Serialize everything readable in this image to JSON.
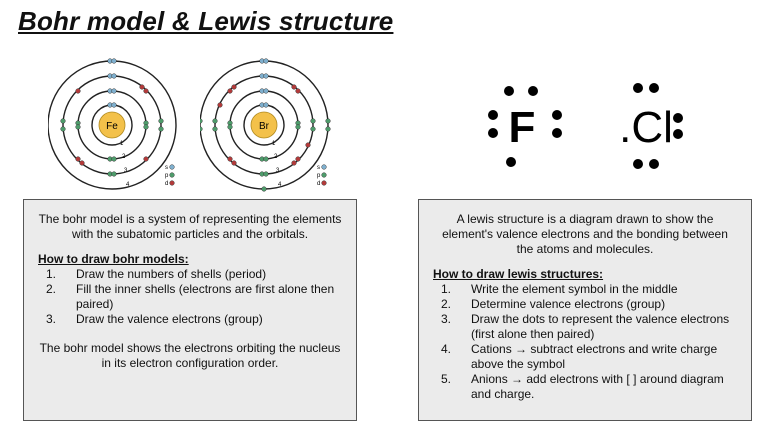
{
  "title": "Bohr model & Lewis structure",
  "bohr_atoms": [
    {
      "symbol": "Fe",
      "shell_numbers": [
        "1",
        "2",
        "3",
        "4"
      ],
      "legend": [
        "s",
        "p",
        "d"
      ]
    },
    {
      "symbol": "Br",
      "shell_numbers": [
        "1",
        "2",
        "3",
        "4"
      ],
      "legend": [
        "s",
        "p",
        "d"
      ]
    }
  ],
  "colors": {
    "s": "#7fb0cf",
    "p": "#4e9c6b",
    "d": "#b33a3a",
    "nucleus": "#f3c14a"
  },
  "lewis": [
    {
      "symbol": "F",
      "dots": 7
    },
    {
      "symbol": ".Cl",
      "dots": 7
    }
  ],
  "bohr_box": {
    "description": "The bohr model is a system of representing the elements with the subatomic particles and the orbitals.",
    "howto_title": "How to draw bohr models:",
    "steps": [
      {
        "num": "1.",
        "text": "Draw the numbers of shells (period)"
      },
      {
        "num": "2.",
        "text": "Fill the inner shells (electrons are first alone then paired)"
      },
      {
        "num": "3.",
        "text": "Draw the valence electrons (group)"
      }
    ],
    "footer": "The bohr model shows the electrons orbiting the nucleus in its electron configuration order."
  },
  "lewis_box": {
    "description": "A lewis structure is a diagram drawn to show the element's valence electrons and the bonding between the atoms and molecules.",
    "howto_title": "How to draw lewis structures:",
    "steps": [
      {
        "num": "1.",
        "text": "Write the element symbol in the middle"
      },
      {
        "num": "2.",
        "text": "Determine valence electrons (group)"
      },
      {
        "num": "3.",
        "text": "Draw the dots to represent the valence electrons (first alone then paired)"
      },
      {
        "num": "4.",
        "text": "Cations → subtract electrons and write charge above the symbol"
      },
      {
        "num": "5.",
        "text": "Anions → add electrons with [ ] around diagram and charge."
      }
    ]
  }
}
